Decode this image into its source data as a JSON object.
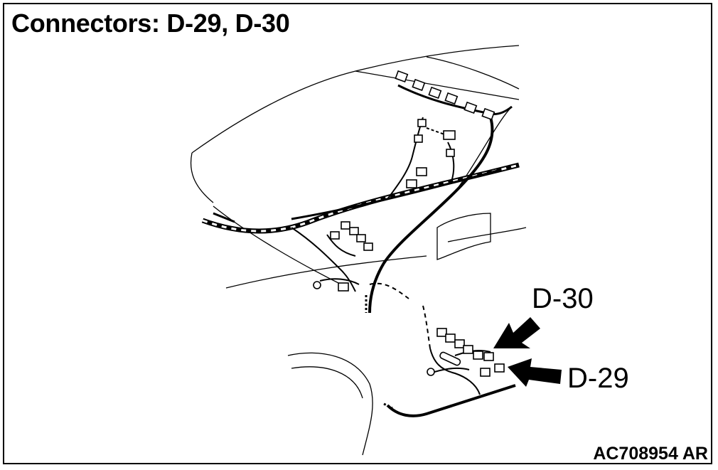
{
  "title": "Connectors: D-29, D-30",
  "labels": {
    "d30": "D-30",
    "d29": "D-29"
  },
  "figure_id": "AC708954 AR",
  "colors": {
    "line": "#000000",
    "background": "#ffffff"
  }
}
